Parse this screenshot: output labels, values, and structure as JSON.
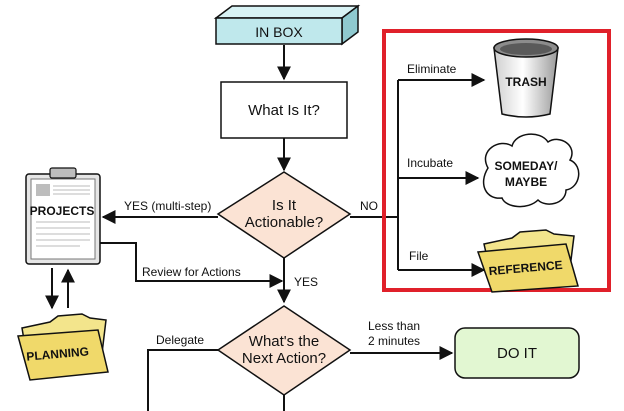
{
  "nodes": {
    "inbox": "IN BOX",
    "what_is_it": "What Is It?",
    "actionable_line1": "Is It",
    "actionable_line2": "Actionable?",
    "next_action_line1": "What's the",
    "next_action_line2": "Next Action?",
    "do_it": "DO IT",
    "projects": "PROJECTS",
    "planning": "PLANNING",
    "trash": "TRASH",
    "someday_line1": "SOMEDAY/",
    "someday_line2": "MAYBE",
    "reference": "REFERENCE"
  },
  "edges": {
    "yes_multi_step": "YES (multi-step)",
    "no": "NO",
    "yes": "YES",
    "review_for_actions": "Review for Actions",
    "eliminate": "Eliminate",
    "incubate": "Incubate",
    "file": "File",
    "delegate": "Delegate",
    "less_than_line1": "Less than",
    "less_than_line2": "2 minutes"
  },
  "colors": {
    "highlight_border": "#e0202a",
    "inbox_fill": "#bfe8ec",
    "diamond_fill": "#fbe3d4",
    "do_it_fill": "#e2f7d2",
    "folder_fill": "#f3e58c"
  }
}
